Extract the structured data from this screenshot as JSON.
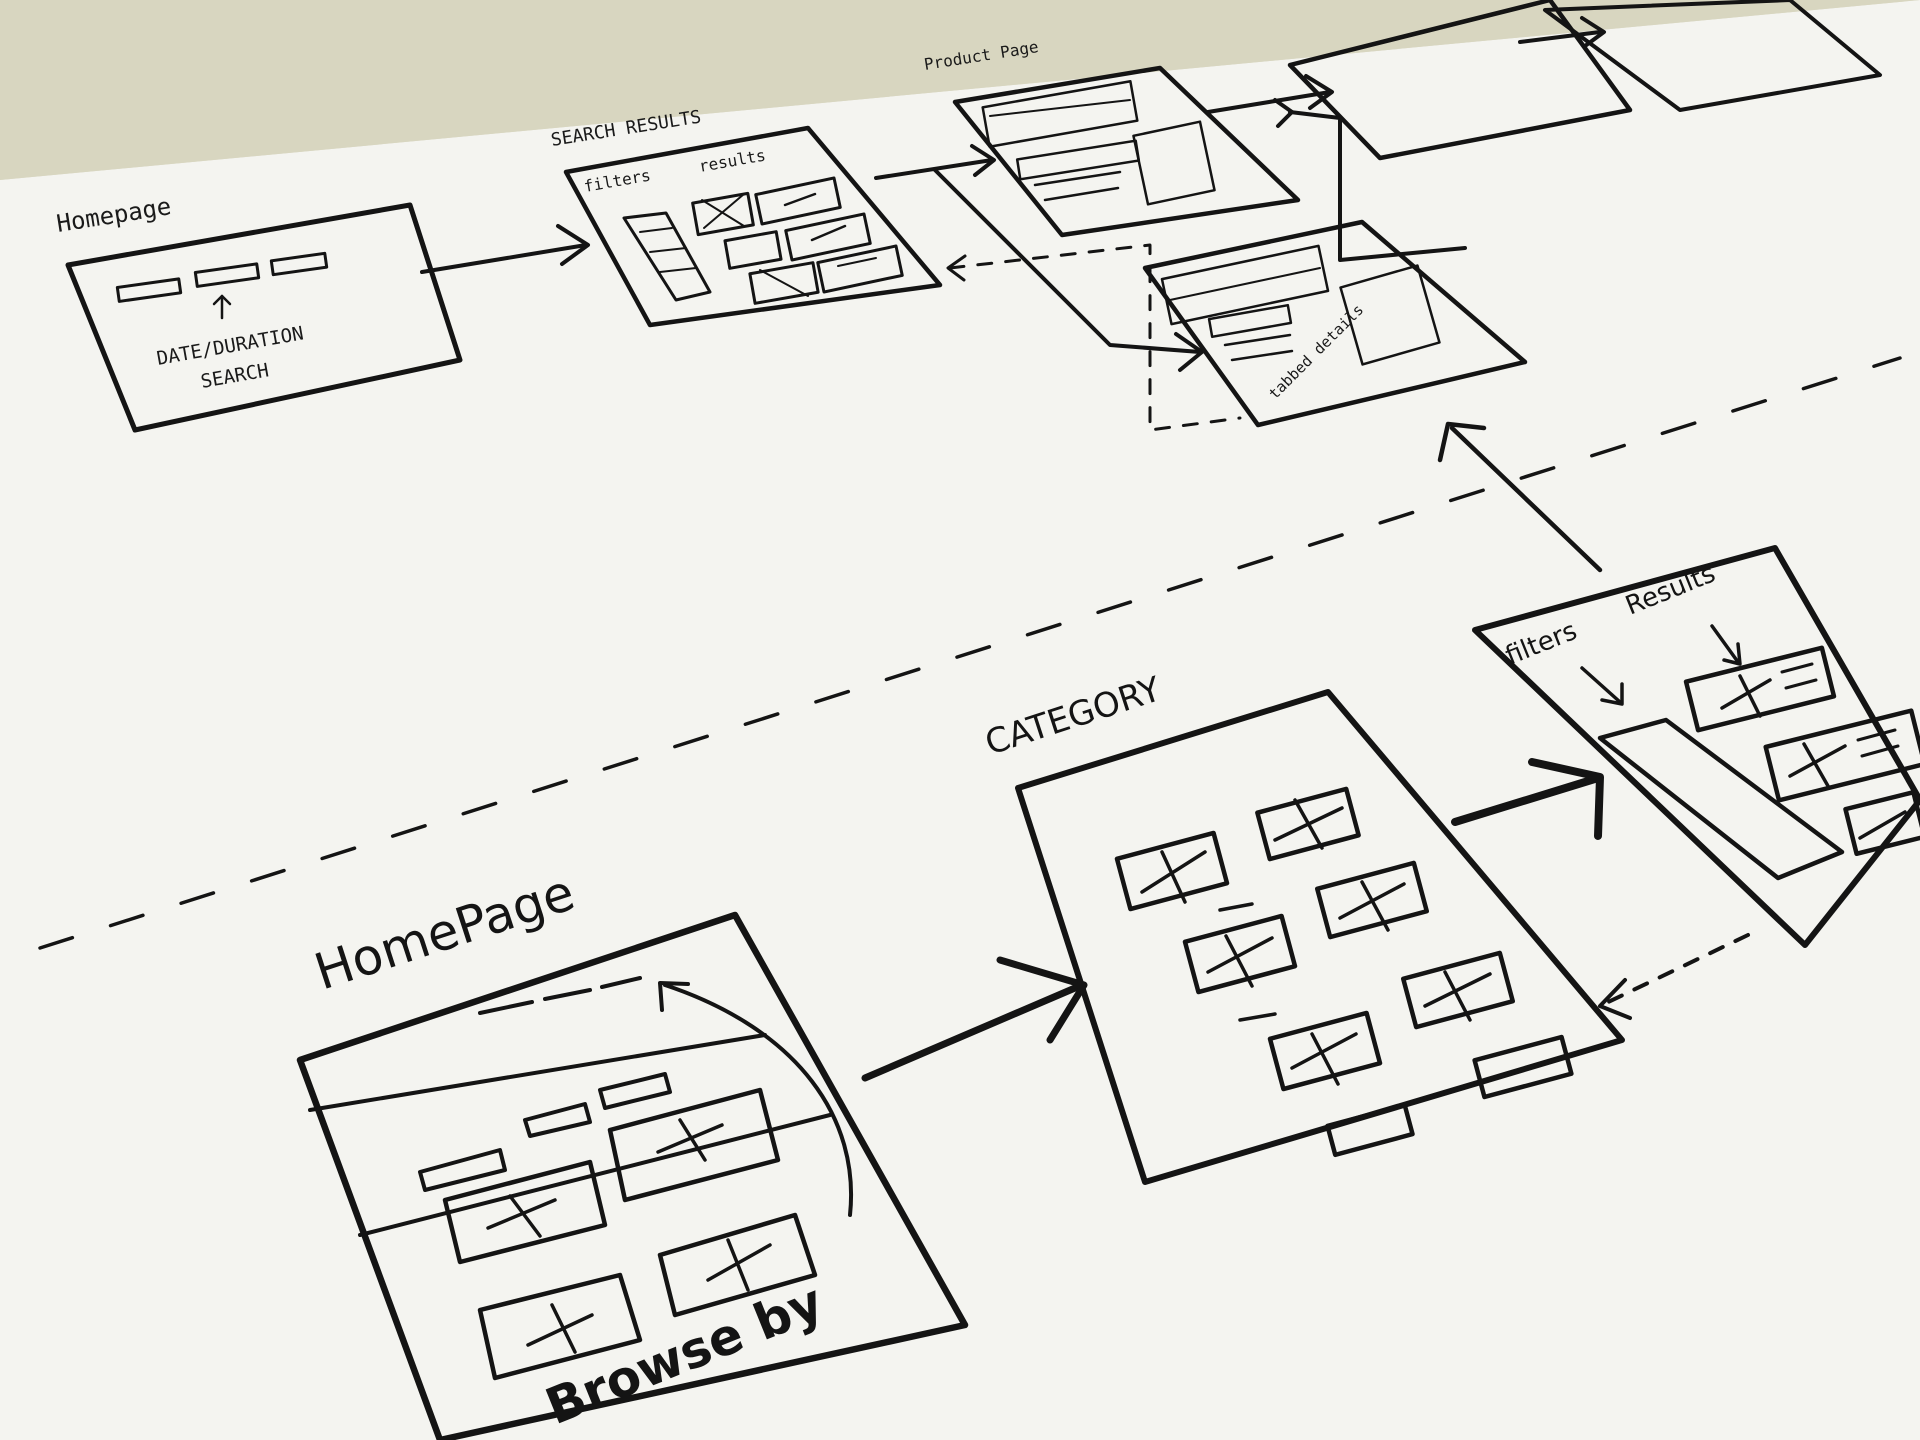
{
  "flow_top": {
    "homepage": {
      "title": "Homepage",
      "annotation_line1": "DATE/DURATION",
      "annotation_line2": "SEARCH"
    },
    "search_results": {
      "title": "SEARCH RESULTS",
      "filters_label": "filters",
      "results_label": "results"
    },
    "product_page": {
      "title": "Product Page"
    },
    "detail_page": {
      "tab_label": "tabbed details"
    }
  },
  "flow_bottom": {
    "homepage": {
      "title": "HomePage",
      "annotation_line1": "Browse by"
    },
    "category": {
      "title": "CATEGORY"
    },
    "results": {
      "filters_label": "filters",
      "results_label": "Results"
    }
  },
  "colors": {
    "paper": "#f4f4f0",
    "ink": "#141414",
    "background": "#dcdac6"
  }
}
